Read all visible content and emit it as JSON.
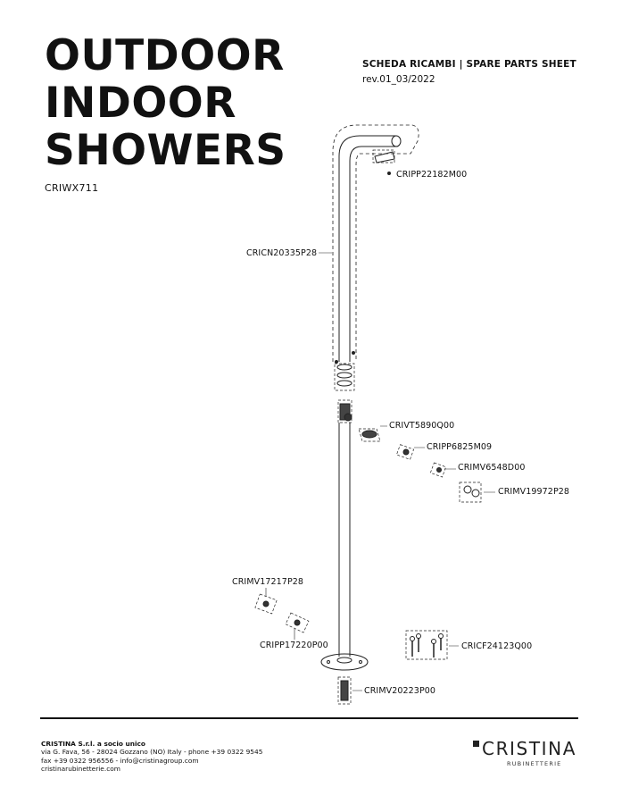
{
  "title_lines": [
    "OUTDOOR",
    "INDOOR",
    "SHOWERS"
  ],
  "model_code": "CRIWX711",
  "sheet_title": "SCHEDA RICAMBI | SPARE PARTS SHEET",
  "revision": "rev.01_03/2022",
  "parts": [
    "CRIPP22182M00",
    "CRICN20335P28",
    "CRIVT5890Q00",
    "CRIPP6825M09",
    "CRIMV6548D00",
    "CRIMV19972P28",
    "CRIMV17217P28",
    "CRIPP17220P00",
    "CRICF24123Q00",
    "CRIMV20223P00"
  ],
  "footer": {
    "company": "CRISTINA S.r.l. a socio unico",
    "address": "via G. Fava, 56 - 28024 Gozzano (NO) Italy - phone +39 0322 9545",
    "contact": "fax +39 0322 956556 - info@cristinagroup.com",
    "website": "cristinarubinetterie.com"
  },
  "brand": {
    "name": "CRISTINA",
    "subtitle": "RUBINETTERIE"
  }
}
